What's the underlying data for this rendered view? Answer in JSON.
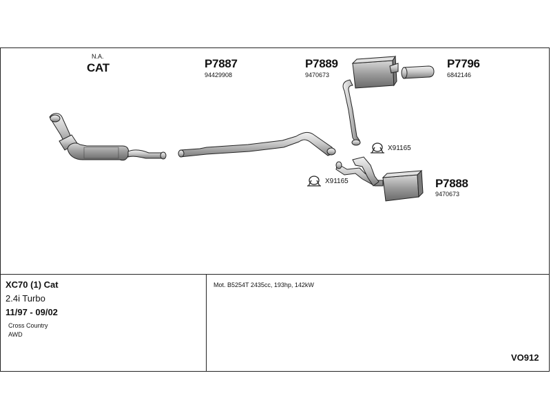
{
  "parts": {
    "cat": {
      "prefix": "N.A.",
      "code": "CAT"
    },
    "p7887": {
      "code": "P7887",
      "number": "94429908"
    },
    "p7889": {
      "code": "P7889",
      "number": "9470673"
    },
    "p7796": {
      "code": "P7796",
      "number": "6842146"
    },
    "p7888": {
      "code": "P7888",
      "number": "9470673"
    },
    "clamp_upper": {
      "code": "X91165"
    },
    "clamp_lower": {
      "code": "X91165"
    }
  },
  "vehicle": {
    "model": "XC70 (1) Cat",
    "engine": "2.4i Turbo",
    "years": "11/97 - 09/02",
    "variant": "Cross Country",
    "drive": "AWD"
  },
  "engine_info": "Mot. B5254T 2435cc, 193hp, 142kW",
  "diagram_id": "VO912",
  "colors": {
    "line": "#222222",
    "part_fill": "#cfcfcf",
    "part_dark": "#8c8c8c",
    "part_light": "#ececec"
  }
}
